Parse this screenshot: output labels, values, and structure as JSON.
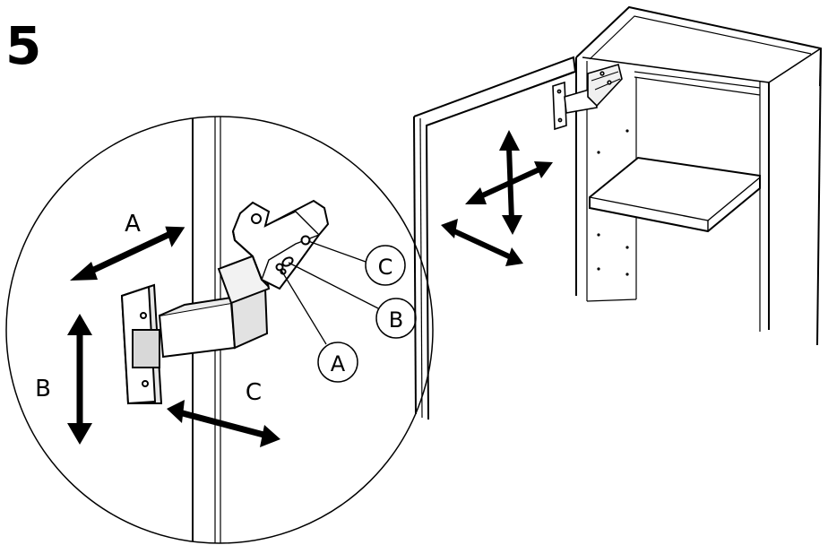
{
  "step_number": "5",
  "labels": {
    "arrow_a": "A",
    "arrow_b": "B",
    "arrow_c": "C",
    "callout_a": "A",
    "callout_b": "B",
    "callout_c": "C"
  },
  "colors": {
    "line": "#000000",
    "fill": "#ffffff",
    "shade": "#d8d8d8"
  }
}
